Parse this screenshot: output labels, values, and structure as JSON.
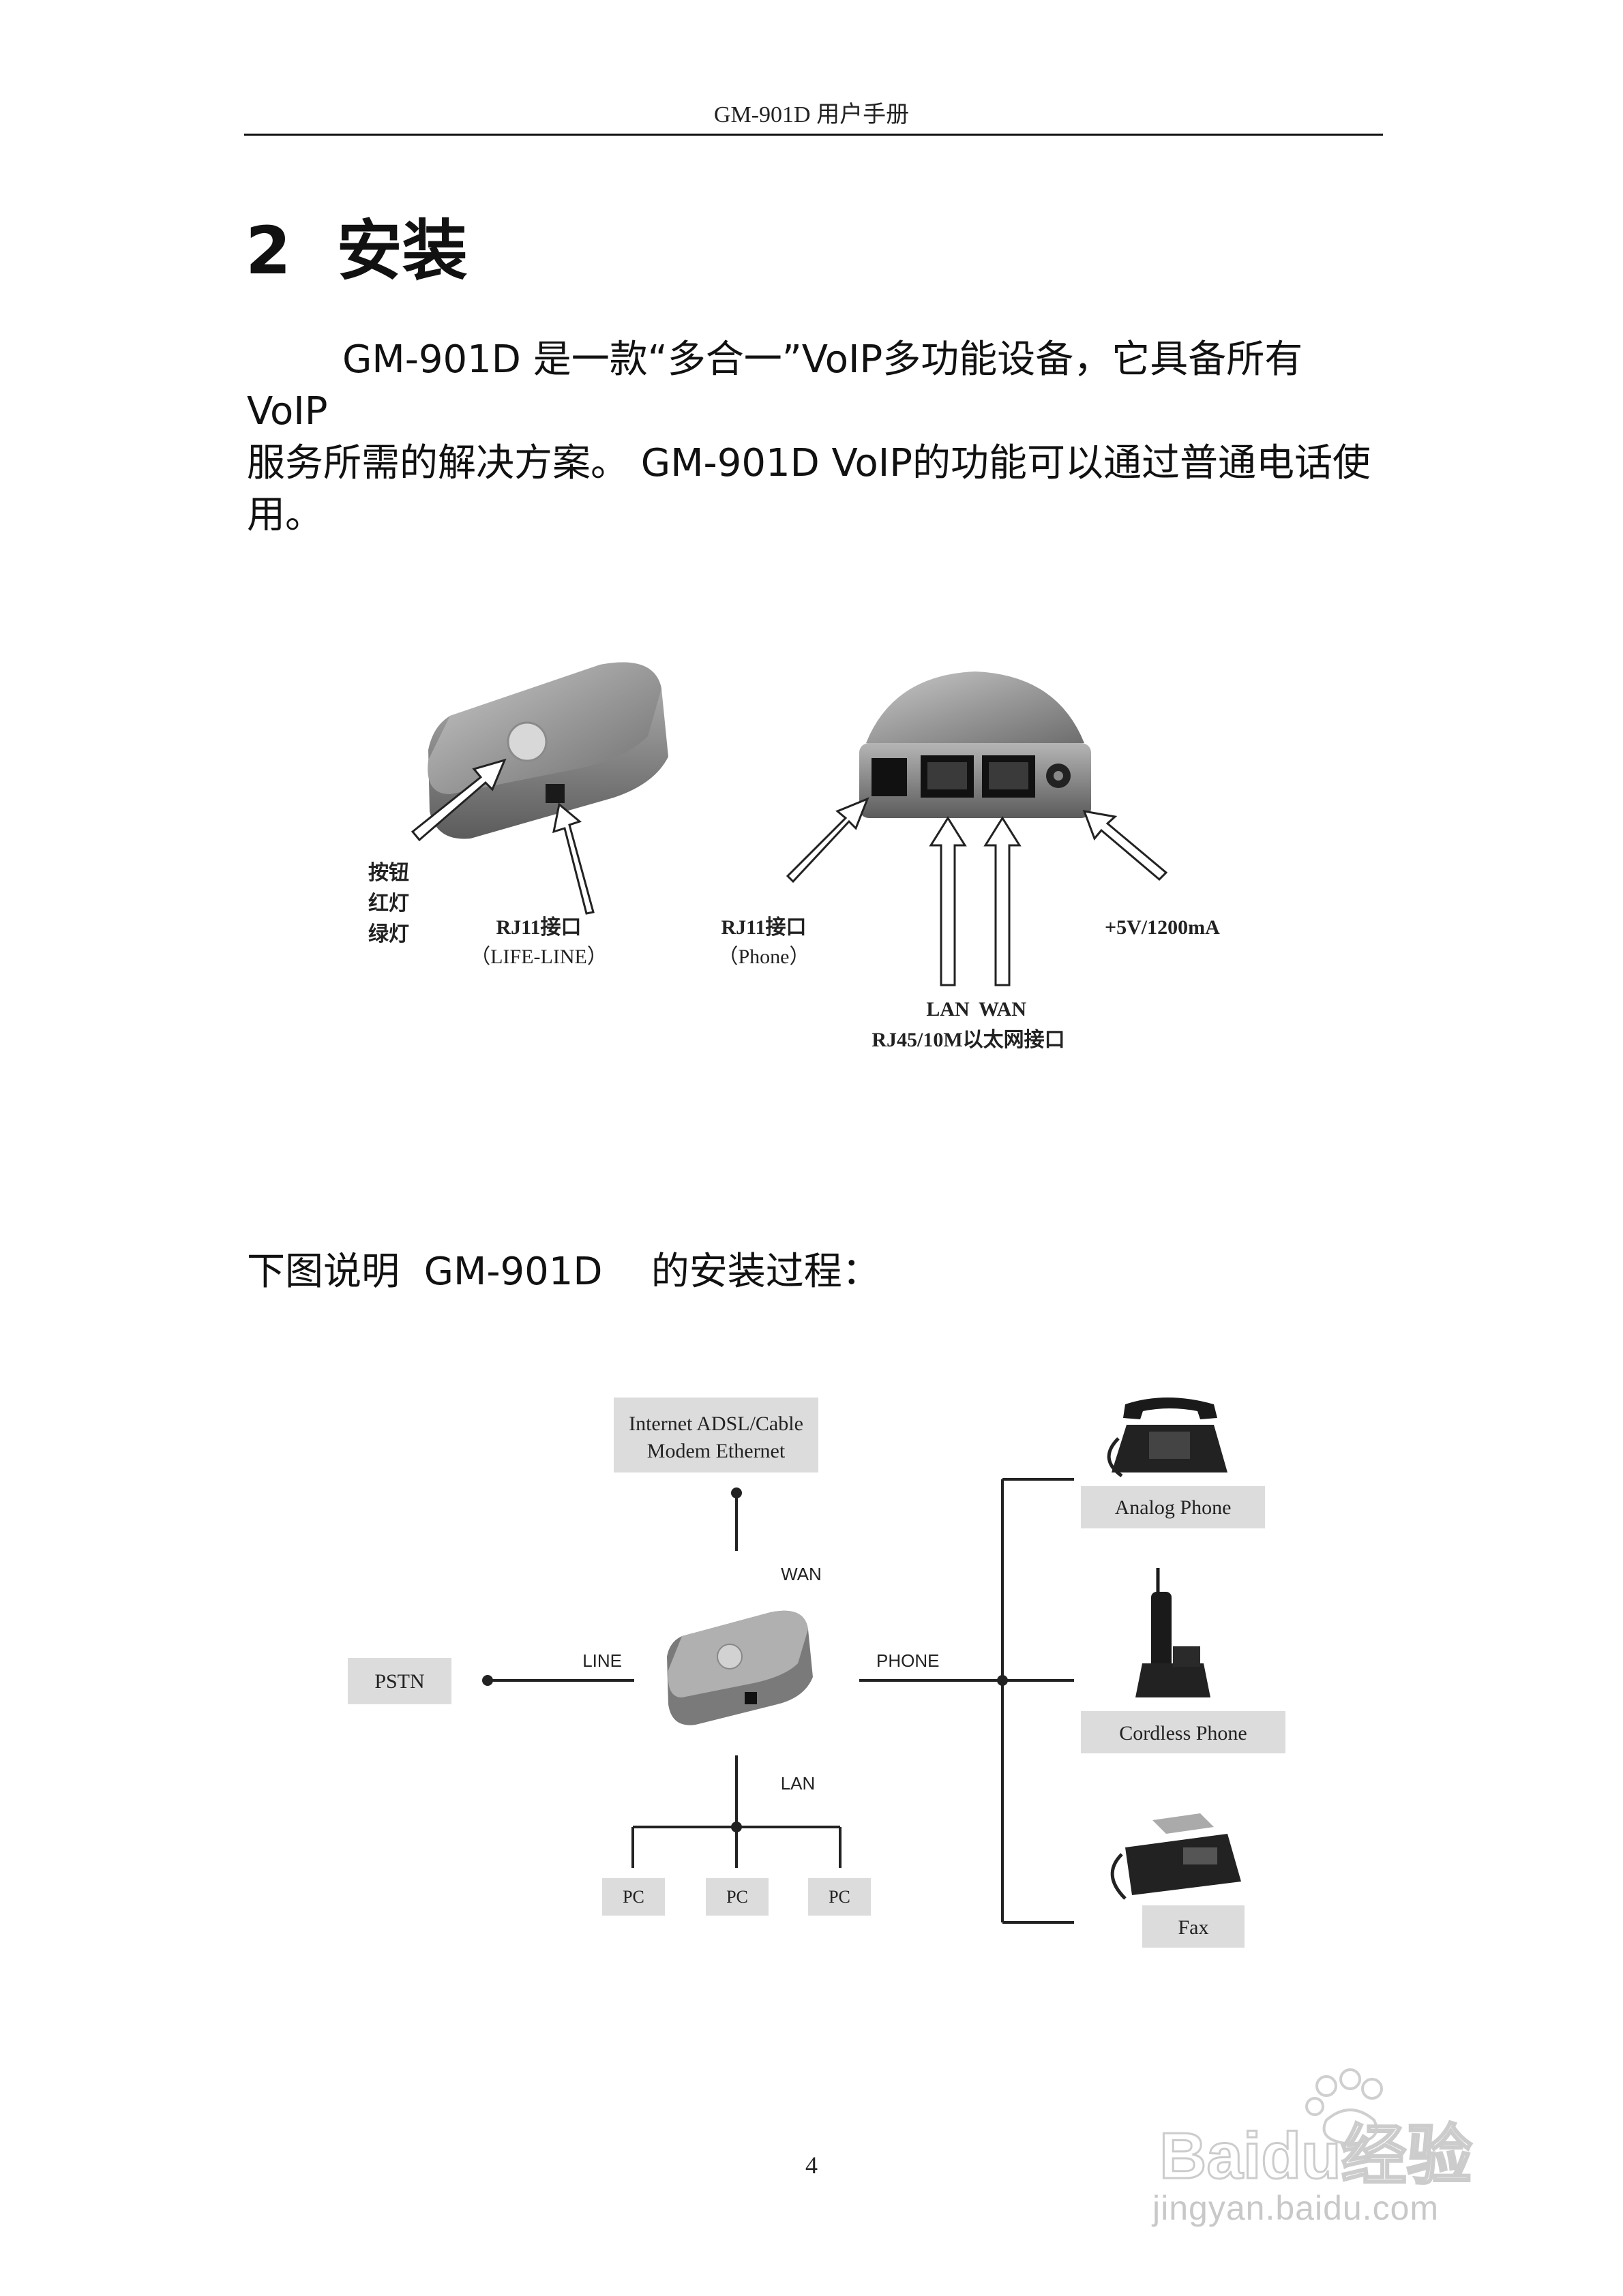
{
  "header": {
    "title": "GM-901D 用户手册"
  },
  "heading": {
    "number": "2",
    "text": "安装"
  },
  "intro": {
    "line1": "GM-901D  是一款“多合一”VoIP多功能设备，它具备所有VoIP",
    "line2": "服务所需的解决方案。 GM-901D VoIP的功能可以通过普通电话使",
    "line3": "用。"
  },
  "figure1": {
    "button_labels": [
      "按钮",
      "红灯",
      "绿灯"
    ],
    "rj11_lifeline": {
      "line1": "RJ11接口",
      "line2": "（LIFE-LINE）"
    },
    "rj11_phone": {
      "line1": "RJ11接口",
      "line2": "（Phone）"
    },
    "power": "+5V/1200mA",
    "lan": "LAN",
    "wan": "WAN",
    "ethernet": "RJ45/10M以太网接口"
  },
  "caption": "下图说明  GM-901D    的安装过程：",
  "figure2": {
    "internet_box": {
      "line1": "Internet ADSL/Cable",
      "line2": "Modem Ethernet"
    },
    "wan": "WAN",
    "line": "LINE",
    "phone_port": "PHONE",
    "lan": "LAN",
    "pstn": "PSTN",
    "pcs": [
      "PC",
      "PC",
      "PC"
    ],
    "analog_phone": "Analog Phone",
    "cordless_phone": "Cordless Phone",
    "fax": "Fax"
  },
  "page_number": "4",
  "watermark": {
    "brand": "Baidu经验",
    "url": "jingyan.baidu.com"
  }
}
